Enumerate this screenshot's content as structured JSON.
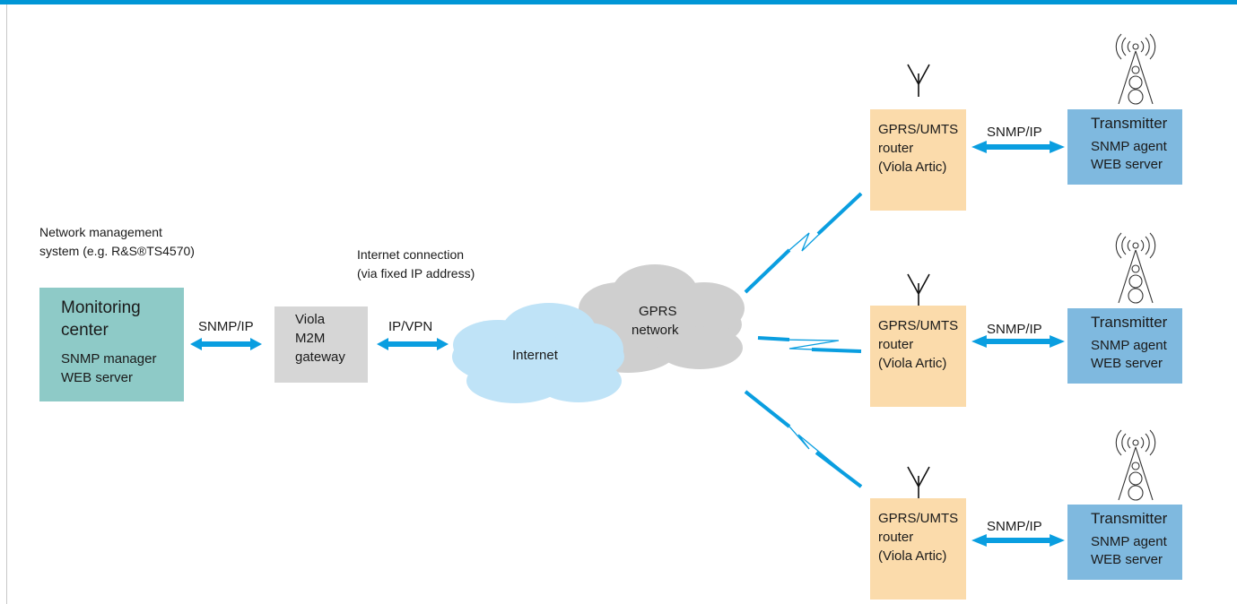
{
  "nms_label": [
    "Network management",
    "system (e.g. R&S®TS4570)"
  ],
  "internet_conn_label": [
    "Internet connection",
    "(via fixed IP address)"
  ],
  "monitoring_center": {
    "title": [
      "Monitoring",
      "center"
    ],
    "sub": [
      "SNMP manager",
      "WEB server"
    ]
  },
  "gateway": {
    "lines": [
      "Viola",
      "M2M",
      "gateway"
    ]
  },
  "links": {
    "snmp_ip": "SNMP/IP",
    "ip_vpn": "IP/VPN"
  },
  "internet_cloud": "Internet",
  "gprs_cloud": [
    "GPRS",
    "network"
  ],
  "routers": [
    {
      "lines": [
        "GPRS/UMTS",
        "router",
        "(Viola Artic)"
      ],
      "link": "SNMP/IP"
    },
    {
      "lines": [
        "GPRS/UMTS",
        "router",
        "(Viola Artic)"
      ],
      "link": "SNMP/IP"
    },
    {
      "lines": [
        "GPRS/UMTS",
        "router",
        "(Viola Artic)"
      ],
      "link": "SNMP/IP"
    }
  ],
  "transmitters": [
    {
      "title": "Transmitter",
      "sub": [
        "SNMP agent",
        "WEB server"
      ]
    },
    {
      "title": "Transmitter",
      "sub": [
        "SNMP agent",
        "WEB server"
      ]
    },
    {
      "title": "Transmitter",
      "sub": [
        "SNMP agent",
        "WEB server"
      ]
    }
  ],
  "colors": {
    "accent_bar": "#0096d6",
    "arrow": "#0a9ee0",
    "monitoring_fill": "#8ecac7",
    "gateway_fill": "#d6d6d6",
    "router_fill": "#fbdbab",
    "transmitter_fill": "#7fb9df",
    "internet_cloud": "#bfe3f7",
    "gprs_cloud": "#cfcfcf"
  }
}
